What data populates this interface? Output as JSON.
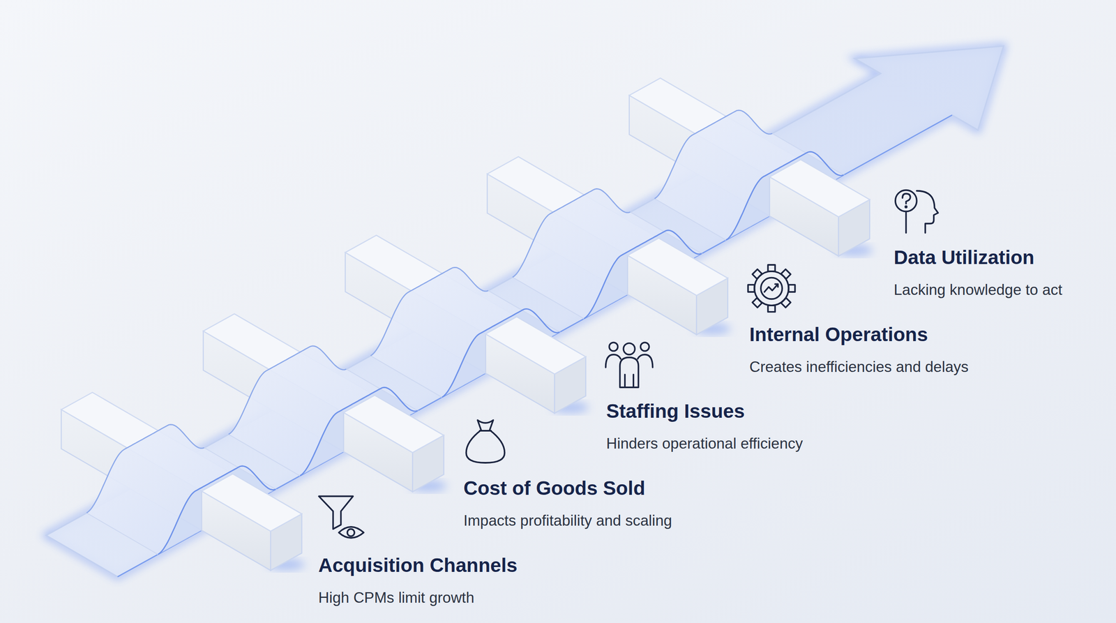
{
  "diagram": {
    "nodes": [
      {
        "text": [
          "Acquisition Channels",
          "High CPMs limit growth"
        ]
      },
      {
        "text": [
          "Cost of Goods Sold",
          "Impacts profitability and scaling"
        ]
      },
      {
        "text": [
          "Staffing Issues",
          "Hinders operational efficiency"
        ]
      },
      {
        "text": [
          "Internal Operations",
          "Creates inefficiencies and delays"
        ]
      },
      {
        "text": [
          "Data Utilization",
          "Lacking knowledge to act"
        ]
      }
    ]
  }
}
